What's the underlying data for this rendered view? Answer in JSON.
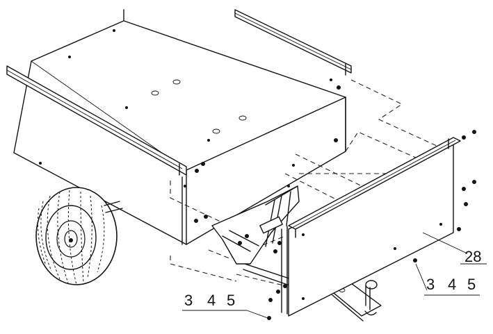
{
  "callouts": {
    "left": {
      "digits": [
        "3",
        "4",
        "5"
      ]
    },
    "right": {
      "digits": [
        "3",
        "4",
        "5"
      ]
    },
    "part": "28"
  }
}
